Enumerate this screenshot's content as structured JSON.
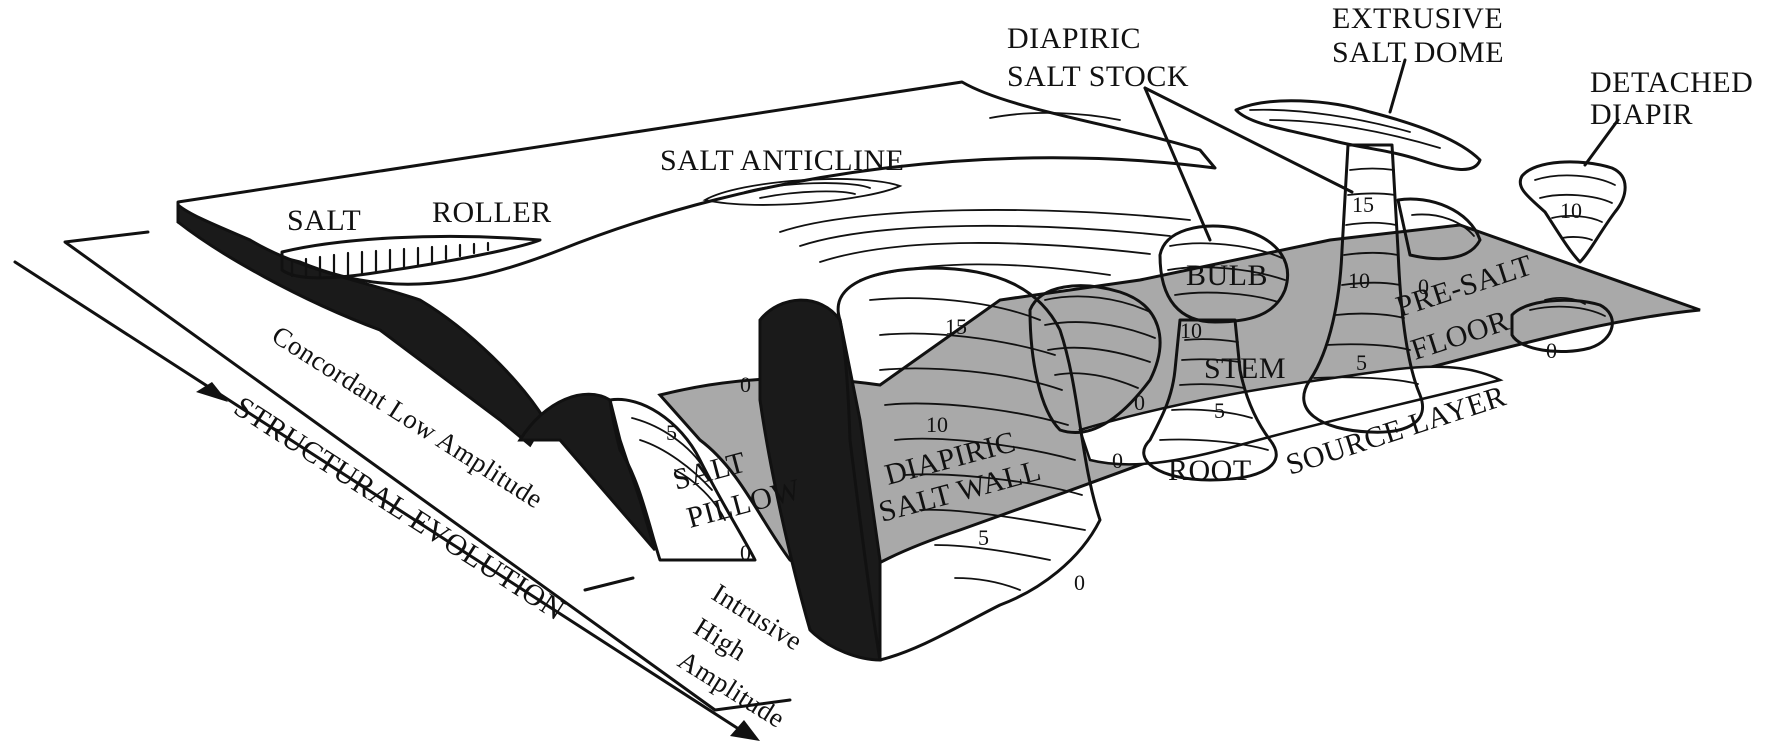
{
  "labels": {
    "salt": "SALT",
    "roller": "ROLLER",
    "salt_anticline": "SALT ANTICLINE",
    "diapiric_salt_stock_1": "DIAPIRIC",
    "diapiric_salt_stock_2": "SALT STOCK",
    "extrusive_salt_dome_1": "EXTRUSIVE",
    "extrusive_salt_dome_2": "SALT DOME",
    "detached_diapir_1": "DETACHED",
    "detached_diapir_2": "DIAPIR",
    "bulb": "BULB",
    "stem": "STEM",
    "root": "ROOT",
    "pre_salt_floor_1": "PRE-SALT",
    "pre_salt_floor_2": "FLOOR",
    "source_layer": "SOURCE LAYER",
    "salt_pillow_1": "SALT",
    "salt_pillow_2": "PILLOW",
    "diapiric_salt_wall_1": "DIAPIRIC",
    "diapiric_salt_wall_2": "SALT WALL"
  },
  "axis": {
    "structural_evolution": "STRUCTURAL EVOLUTION",
    "concordant": "Concordant Low Amplitude",
    "intrusive_1": "Intrusive",
    "intrusive_2": "High",
    "intrusive_3": "Amplitude"
  },
  "contours": {
    "wall_15": "15",
    "wall_10": "10",
    "wall_5": "5",
    "wall_0": "0",
    "pillow_5": "5",
    "pillow_0a": "0",
    "pillow_0b": "0",
    "stock_10": "10",
    "stock_5": "5",
    "stock_0": "0",
    "dome_15": "15",
    "dome_10": "10",
    "dome_5": "5",
    "floor_0": "0",
    "mound_0": "0",
    "detached_10": "10",
    "mid_0": "0"
  }
}
